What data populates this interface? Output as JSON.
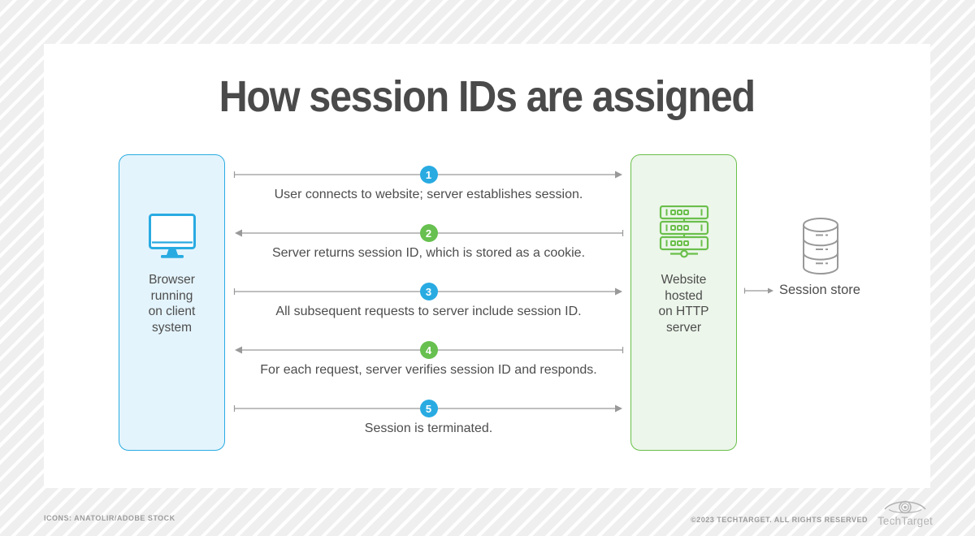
{
  "title": "How session IDs are assigned",
  "client_box": {
    "icon": "monitor-icon",
    "label": "Browser\nrunning\non client\nsystem"
  },
  "server_box": {
    "icon": "server-stack-icon",
    "label": "Website\nhosted\non HTTP\nserver"
  },
  "steps": [
    {
      "number": "1",
      "label": "User connects to website; server establishes session.",
      "direction": "right",
      "badge_color": "#29abe2"
    },
    {
      "number": "2",
      "label": "Server returns session ID, which is stored as a cookie.",
      "direction": "left",
      "badge_color": "#67c04f"
    },
    {
      "number": "3",
      "label": "All subsequent requests to server include session ID.",
      "direction": "right",
      "badge_color": "#29abe2"
    },
    {
      "number": "4",
      "label": "For each request, server verifies session ID and responds.",
      "direction": "left",
      "badge_color": "#67c04f"
    },
    {
      "number": "5",
      "label": "Session is terminated.",
      "direction": "right",
      "badge_color": "#29abe2"
    }
  ],
  "session_store": {
    "icon": "database-icon",
    "label": "Session store"
  },
  "footer": {
    "credits": "ICONS: ANATOLIR/ADOBE STOCK",
    "copyright": "©2023 TECHTARGET. ALL RIGHTS RESERVED",
    "logo_text": "TechTarget",
    "logo_icon": "techtarget-eye-icon"
  },
  "colors": {
    "blue": "#29abe2",
    "green": "#6abf4b",
    "arrow_gray": "#999999",
    "text_dark": "#4d4d4d",
    "client_box_fill": "#e4f4fc",
    "server_box_fill": "#ecf6ea",
    "stripe": "#efefef"
  }
}
